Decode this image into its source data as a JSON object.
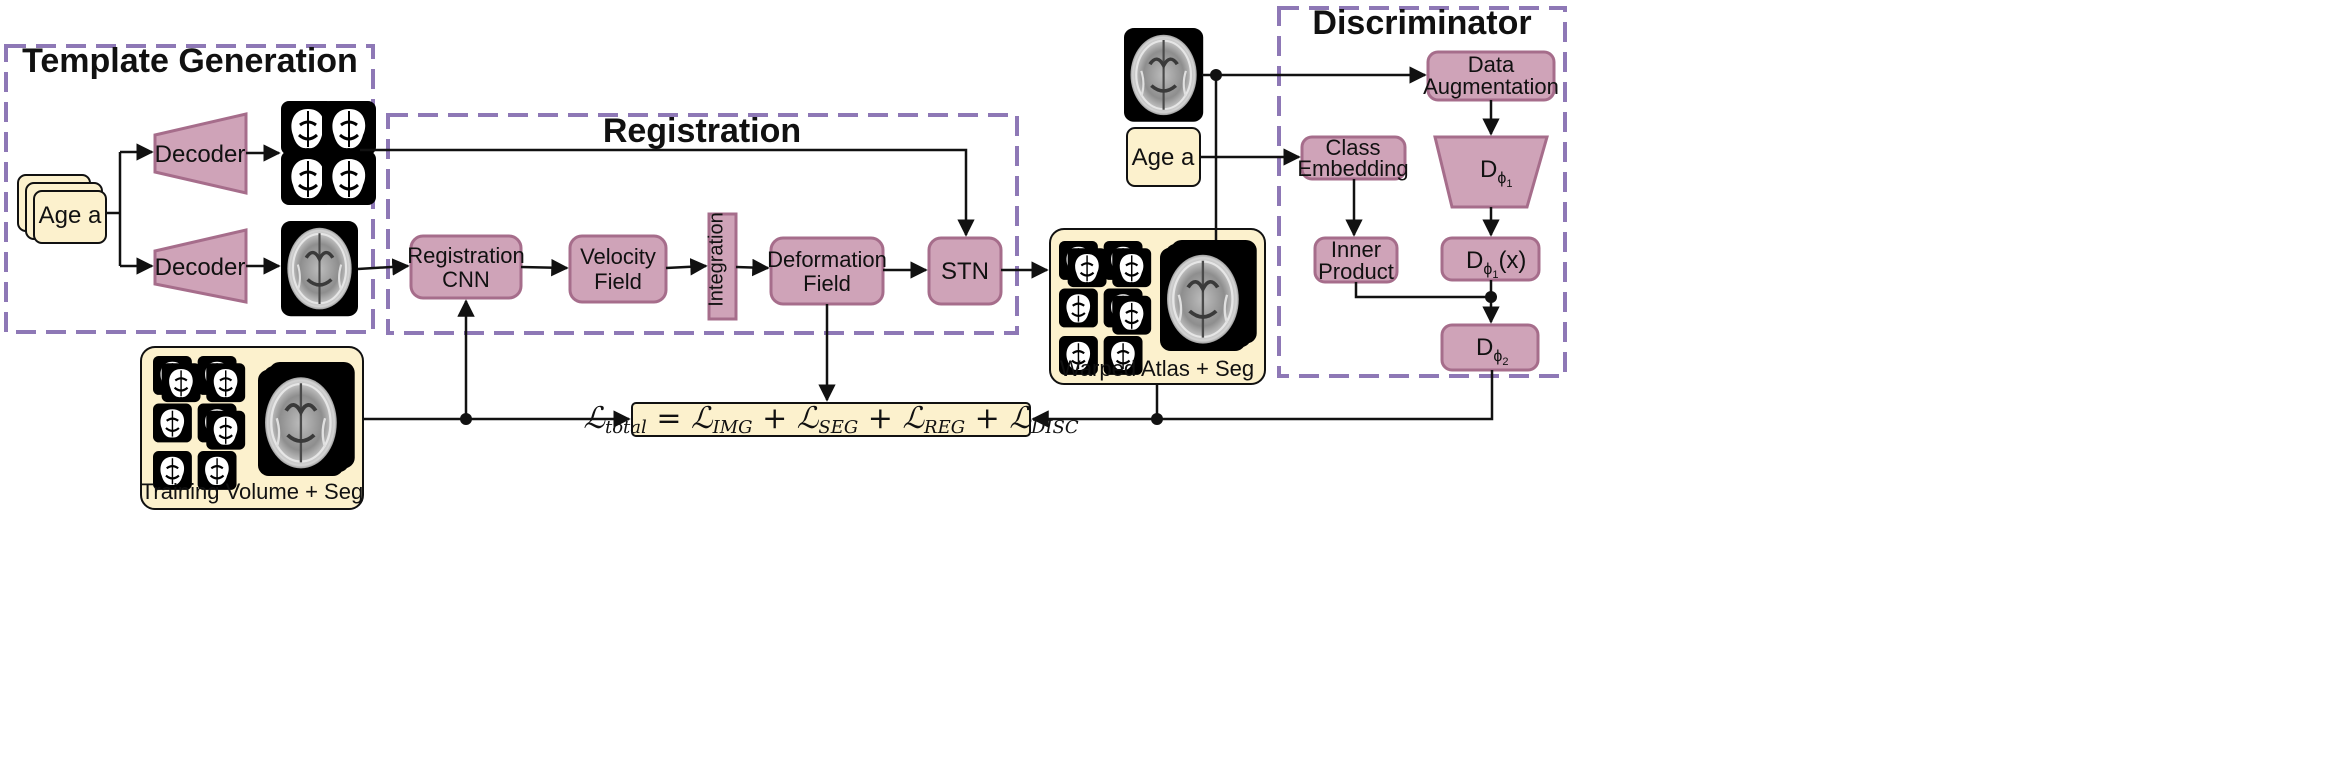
{
  "sections": {
    "template_generation": "Template Generation",
    "registration": "Registration",
    "discriminator": "Discriminator"
  },
  "inputs": {
    "age_left": "Age a",
    "age_right": "Age a"
  },
  "template": {
    "decoder_top": "Decoder",
    "decoder_bottom": "Decoder"
  },
  "registration": {
    "cnn_line1": "Registration",
    "cnn_line2": "CNN",
    "velocity_line1": "Velocity",
    "velocity_line2": "Field",
    "integration": "Integration",
    "deformation_line1": "Deformation",
    "deformation_line2": "Field",
    "stn": "STN"
  },
  "panels": {
    "training": "Training Volume + Seg",
    "warped": "Warped Atlas + Seg"
  },
  "discriminator": {
    "data_aug_line1": "Data",
    "data_aug_line2": "Augmentation",
    "class_emb_line1": "Class",
    "class_emb_line2": "Embedding",
    "inner_line1": "Inner",
    "inner_line2": "Product",
    "d1_base": "D",
    "d1_sub": "ϕ",
    "d1_subsub": "1",
    "d1x_base": "D",
    "d1x_sub": "ϕ",
    "d1x_subsub": "1",
    "d1x_suffix": "(x)",
    "d2_base": "D",
    "d2_sub": "ϕ",
    "d2_subsub": "2"
  },
  "loss": {
    "L": "ℒ",
    "total": "total",
    "eq": " = ",
    "img": "IMG",
    "seg": "SEG",
    "reg": "REG",
    "disc": "DISC",
    "plus": " + "
  },
  "colors": {
    "node_fill": "#cfa3b8",
    "node_stroke": "#a66d8b",
    "panel_fill": "#fcf1cd",
    "dash": "#8e78b6",
    "line": "#111111"
  }
}
